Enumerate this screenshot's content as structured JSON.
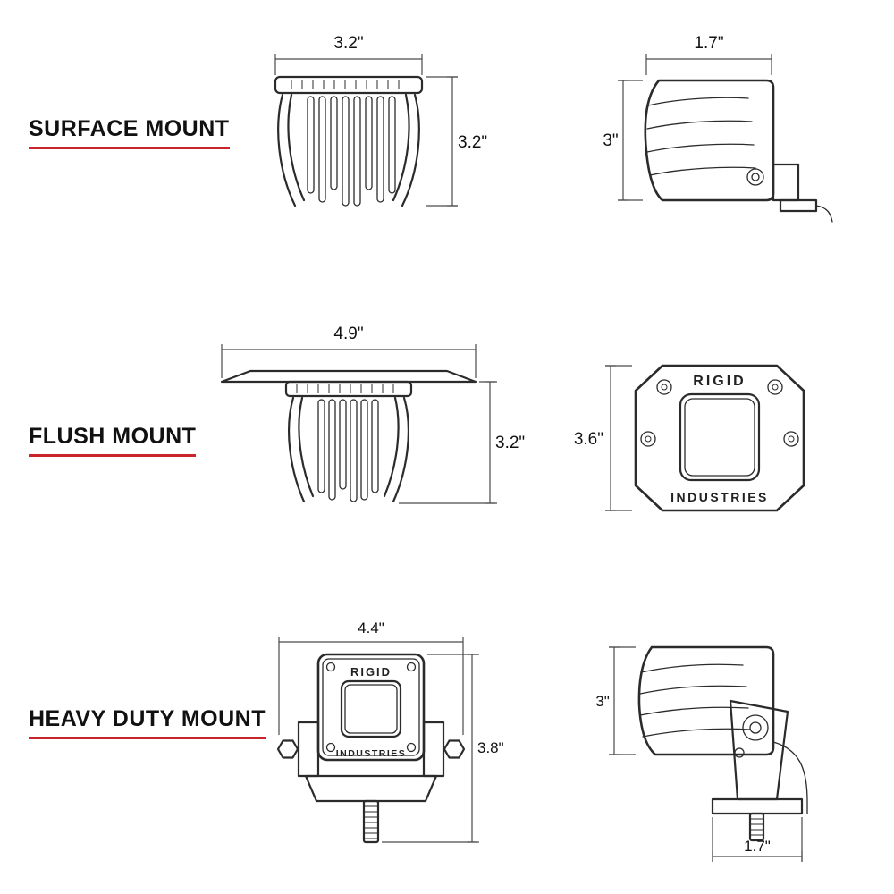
{
  "colors": {
    "line": "#2b2b2b",
    "dim_line": "#4a4a4a",
    "text": "#111111",
    "accent_underline": "#c9252b",
    "background": "#ffffff"
  },
  "sections": [
    {
      "label": "SURFACE MOUNT",
      "front": {
        "width_dim": "3.2\"",
        "height_dim": "3.2\""
      },
      "side": {
        "depth_dim": "1.7\"",
        "height_dim": "3\""
      }
    },
    {
      "label": "FLUSH MOUNT",
      "front": {
        "width_dim": "4.9\"",
        "height_dim": "3.2\""
      },
      "face": {
        "height_dim": "3.6\"",
        "brand_top": "RIGID",
        "brand_bottom": "INDUSTRIES"
      }
    },
    {
      "label": "HEAVY DUTY MOUNT",
      "front": {
        "width_dim": "4.4\"",
        "height_dim": "3.8\"",
        "brand_top": "RIGID",
        "brand_bottom": "INDUSTRIES"
      },
      "side": {
        "height_dim": "3\"",
        "base_dim": "1.7\""
      }
    }
  ]
}
